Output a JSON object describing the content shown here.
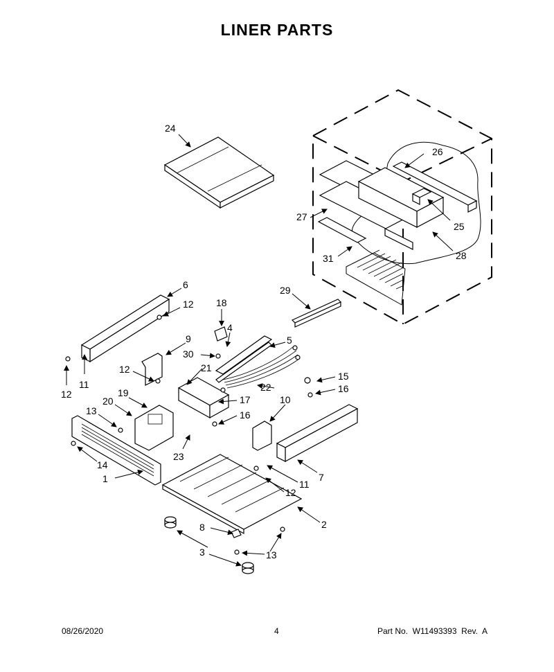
{
  "page": {
    "title": "LINER PARTS",
    "footer": {
      "date": "08/26/2020",
      "page_number": "4",
      "part_number": "Part No.  W11493393  Rev.  A"
    }
  },
  "callouts": {
    "c1": "1",
    "c2": "2",
    "c3": "3",
    "c4": "4",
    "c5": "5",
    "c6": "6",
    "c7": "7",
    "c8": "8",
    "c9": "9",
    "c10": "10",
    "c11a": "11",
    "c11b": "11",
    "c12a": "12",
    "c12b": "12",
    "c12c": "12",
    "c12d": "12",
    "c13a": "13",
    "c13b": "13",
    "c14": "14",
    "c15": "15",
    "c16a": "16",
    "c16b": "16",
    "c17": "17",
    "c18": "18",
    "c19": "19",
    "c20": "20",
    "c21": "21",
    "c22": "22",
    "c23": "23",
    "c24": "24",
    "c25": "25",
    "c26": "26",
    "c27": "27",
    "c28": "28",
    "c29": "29",
    "c30": "30",
    "c31": "31"
  }
}
